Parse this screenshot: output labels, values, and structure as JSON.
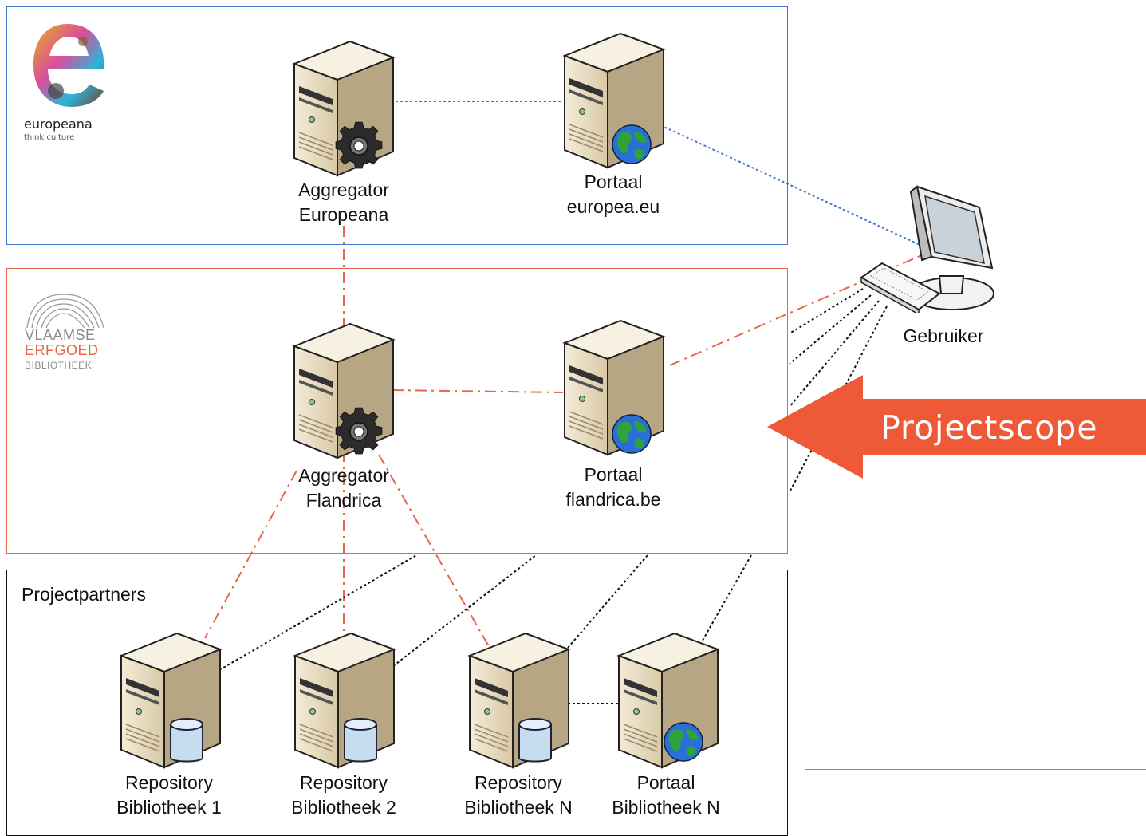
{
  "europeana_logo": {
    "word": "europeana",
    "tagline": "think culture"
  },
  "veb_logo": {
    "line1": "VLAAMSE",
    "line2": "ERFGOED",
    "line3": "BIBLIOTHEEK"
  },
  "partners_title": "Projectpartners",
  "scope_label": "Projectscope",
  "nodes": {
    "agg_europeana": {
      "line1": "Aggregator",
      "line2": "Europeana",
      "badge": "gear-icon"
    },
    "portal_europeana": {
      "line1": "Portaal",
      "line2": "europea.eu",
      "badge": "globe-icon"
    },
    "agg_flandrica": {
      "line1": "Aggregator",
      "line2": "Flandrica",
      "badge": "gear-icon"
    },
    "portal_flandrica": {
      "line1": "Portaal",
      "line2": "flandrica.be",
      "badge": "globe-icon"
    },
    "user": {
      "line1": "Gebruiker",
      "icon": "workstation-icon"
    },
    "repo_1": {
      "line1": "Repository",
      "line2": "Bibliotheek 1",
      "badge": "database-icon"
    },
    "repo_2": {
      "line1": "Repository",
      "line2": "Bibliotheek 2",
      "badge": "database-icon"
    },
    "repo_n": {
      "line1": "Repository",
      "line2": "Bibliotheek N",
      "badge": "database-icon"
    },
    "portal_n": {
      "line1": "Portaal",
      "line2": "Bibliotheek N",
      "badge": "globe-icon"
    }
  },
  "colors": {
    "europeana_frame": "#3f78c9",
    "flandrica_frame": "#e8654a",
    "partners_frame": "#111111",
    "scope_arrow": "#ee5a38",
    "blue_link": "#3f78c9",
    "red_link": "#e8654a",
    "black_link": "#111111"
  },
  "link_styles": {
    "europeana_links": "blue-dotted",
    "harvest_links": "red-dash-dot",
    "user_access_links": "black-dotted"
  }
}
